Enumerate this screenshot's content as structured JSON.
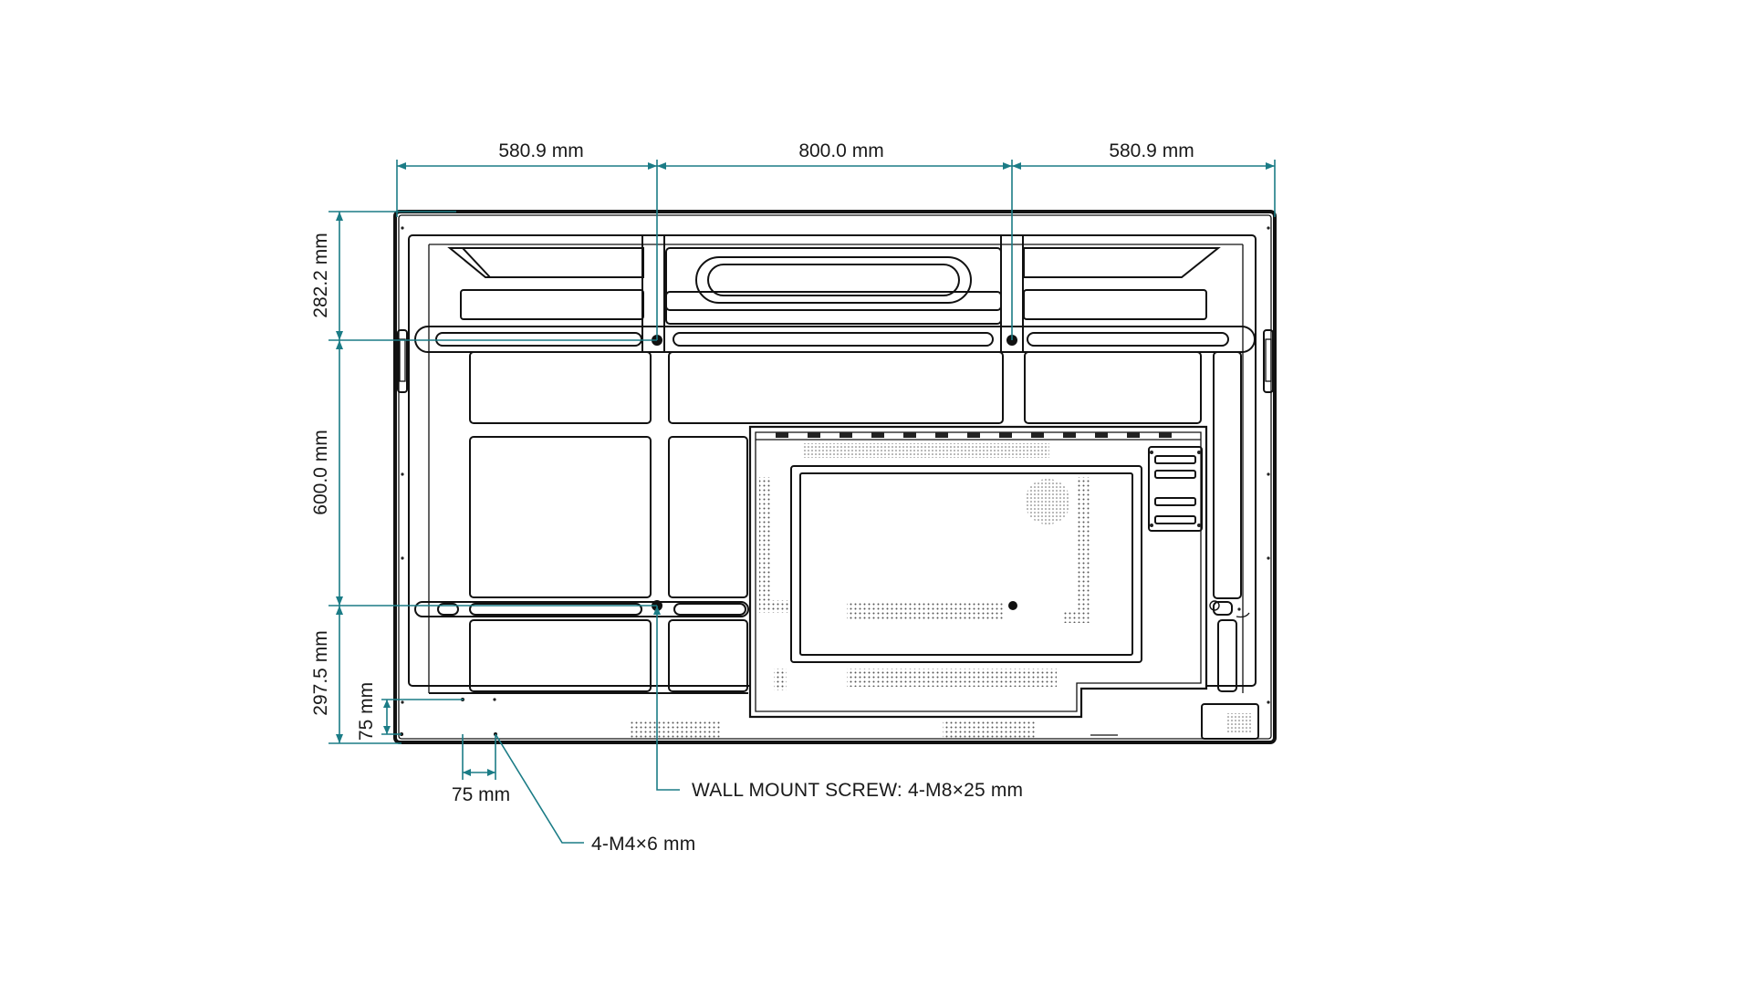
{
  "dimensions": {
    "top_left_width": "580.9 mm",
    "top_center_width": "800.0 mm",
    "top_right_width": "580.9 mm",
    "left_top_height": "282.2 mm",
    "left_mid_height": "600.0 mm",
    "left_bottom_height": "297.5 mm",
    "small_vertical": "75 mm",
    "small_horizontal": "75 mm"
  },
  "callouts": {
    "wall_mount_screw": "WALL MOUNT SCREW: 4-M8×25 mm",
    "small_screw": "4-M4×6 mm"
  },
  "colors": {
    "dimension_line": "#1b7c86",
    "outline": "#111111",
    "background": "#ffffff"
  }
}
